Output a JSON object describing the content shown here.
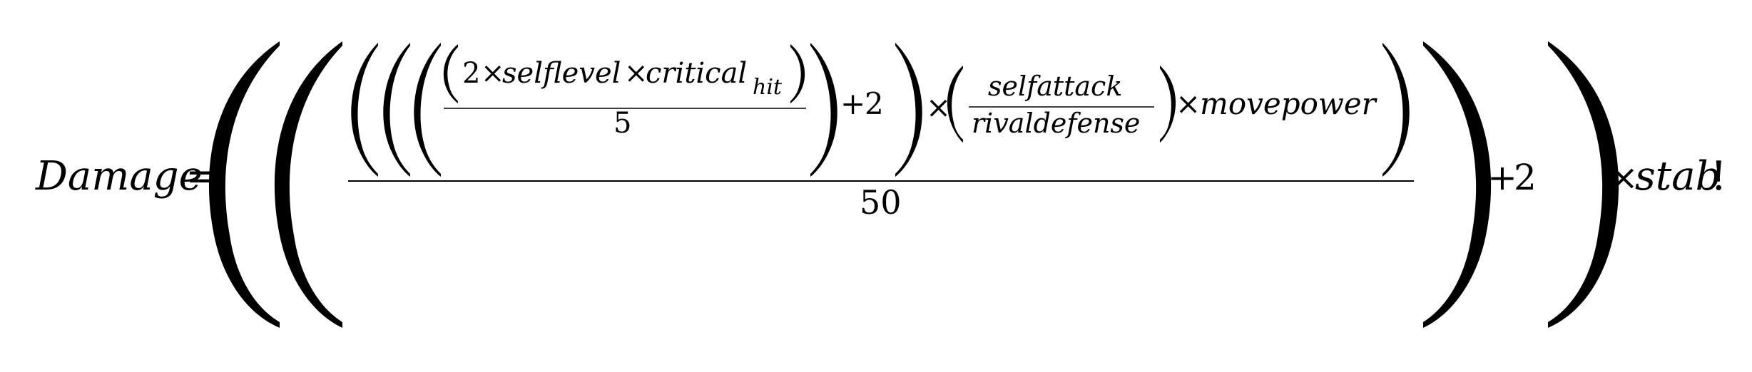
{
  "formula": {
    "lhs": "Damage",
    "equals": "=",
    "times": "×",
    "plus": "+",
    "two": "2",
    "five": "5",
    "fifty": "50",
    "self_level": "selflevel",
    "critical": "critical",
    "hit_subscript": "hit",
    "self_attack": "selfattack",
    "rival_defense": "rivaldefense",
    "move_power": "movepower",
    "stab": "stab",
    "exclamation": "!"
  }
}
